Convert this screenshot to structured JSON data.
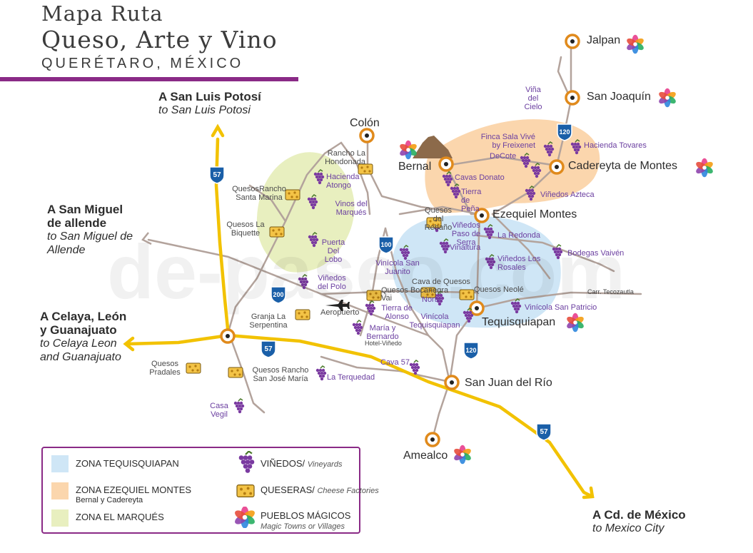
{
  "header": {
    "line1": "Mapa Ruta",
    "line2": "Queso, Arte y Vino",
    "line3": "QUERÉTARO, MÉXICO"
  },
  "watermark": "de-paseo.com",
  "destinations": {
    "slp_es": "A San Luis Potosí",
    "slp_en": "to San Luis Potosi",
    "sma_es": "A San Miguel de allende",
    "sma_en": "to San Miguel de Allende",
    "celaya_es": "A Celaya, León y Guanajuato",
    "celaya_en": "to Celaya Leon and Guanajuato",
    "cdmx_es": "A Cd. de México",
    "cdmx_en": "to Mexico City"
  },
  "towns": {
    "jalpan": "Jalpan",
    "san_joaquin": "San Joaquín",
    "colon": "Colón",
    "bernal": "Bernal",
    "cadereyta": "Cadereyta de Montes",
    "ezequiel": "Ezequiel Montes",
    "tequis": "Tequisquiapan",
    "sjr": "San Juan del Río",
    "amealco": "Amealco"
  },
  "vineyards": {
    "vina_cielo": "Viña del Cielo",
    "finca_sala": "Finca Sala Vivé by Freixenet",
    "hacienda_tovares": "Hacienda Tovares",
    "decote": "DeCote",
    "cavas_donato": "Cavas Donato",
    "tierra_pena": "Tierra de Peña",
    "azteca": "Viñedos Azteca",
    "hacienda_atongo": "Hacienda Atongo",
    "marques": "Vinos del Marqués",
    "puerta_lobo": "Puerta Del Lobo",
    "polo": "Viñedos del Polo",
    "paso_serra": "Viñedos Paso de Serra",
    "vinaltura": "Vinaltura",
    "la_redonda": "La Redonda",
    "san_juanito": "Vinícola San Juanito",
    "los_rosales": "Viñedos Los Rosales",
    "valven": "Bodegas Vaivén",
    "norte": "Norte",
    "vinicola_tequis": "Vinícola Tequisquiapan",
    "san_patricio": "Vinícola San Patricio",
    "tierra_alonso": "Tierra de Alonso",
    "maria_bernardo": "María y Bernardo",
    "hotel_vinedo": "Hotel-Viñedo",
    "cava57": "Cava 57",
    "terquedad": "La Terquedad",
    "casa_vegil": "Casa Vegil"
  },
  "cheese": {
    "hondonada": "Rancho La Hondonada",
    "santa_marina": "QuesosRancho Santa Marina",
    "biquette": "Quesos La Biquette",
    "rebano": "Quesos del Rebaño",
    "cava_quesos": "Cava de Quesos",
    "bocanegra": "Quesos Bocanegra",
    "vai": "Vai",
    "neole": "Quesos Neolé",
    "serpentina": "Granja La Serpentina",
    "pradales": "Quesos Pradales",
    "san_jose": "Quesos Rancho San José María"
  },
  "misc": {
    "aeropuerto": "Aeropuerto",
    "tecozautla": "Carr. Tecozautla"
  },
  "shields": {
    "s57": "57",
    "s100": "100",
    "s120": "120",
    "s200": "200"
  },
  "legend": {
    "zona_tequis": "ZONA TEQUISQUIAPAN",
    "zona_ezequiel": "ZONA EZEQUIEL MONTES",
    "zona_ezequiel_sub": "Bernal y Cadereyta",
    "zona_marques": "ZONA EL MARQUÉS",
    "vinedos": "VIÑEDOS/",
    "vinedos_en": "Vineyards",
    "queseras": "QUESERAS/",
    "queseras_en": "Cheese Factories",
    "pueblos": "PUEBLOS MÁGICOS",
    "pueblos_en": "Magic Towns or Villages"
  },
  "colors": {
    "zona_tequis": "#cfe6f6",
    "zona_ezequiel": "#fbd6ad",
    "zona_marques": "#e8efbf",
    "highway": "#f2c200",
    "road": "#b3a39c",
    "accent": "#8a2a86",
    "town_ring": "#e08a1c",
    "grape": "#7a3aa0",
    "cheese": "#f3c346"
  }
}
